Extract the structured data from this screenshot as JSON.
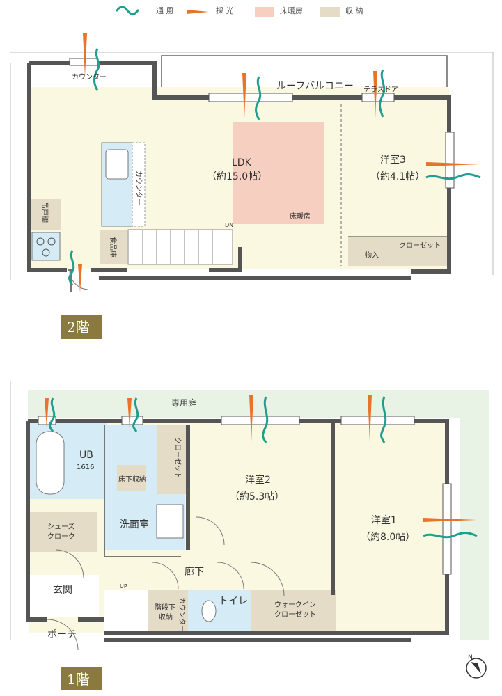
{
  "legend": [
    {
      "key": "ventilation",
      "label": "通 風",
      "color": "#1f9e8e"
    },
    {
      "key": "daylight",
      "label": "採 光",
      "color": "#e8742a"
    },
    {
      "key": "floor_heating",
      "label": "床暖房",
      "color": "#f6cfc0"
    },
    {
      "key": "storage",
      "label": "収 納",
      "color": "#e4dcc7"
    }
  ],
  "colors": {
    "floor": "#fbf8e2",
    "wet": "#d5ecf6",
    "storage": "#e4dcc7",
    "heating": "#f6cfc0",
    "garden": "#e8f2e5",
    "wall": "#555555",
    "tag": "#8a7a3f",
    "vent": "#1f9e8e",
    "light": "#e8742a"
  },
  "floor2": {
    "tag": "2階",
    "rooms": {
      "counter_top": "カウンター",
      "roof_balcony": "ルーフバルコニー",
      "terrace_door": "テラスドア",
      "ldk_name": "LDK",
      "ldk_size": "（約15.0帖）",
      "counter_side": "カウンター",
      "floor_heating": "床暖房",
      "room3_name": "洋室3",
      "room3_size": "（約4.1帖）",
      "storage": "物入",
      "closet": "クローゼット",
      "hanging_shelf": "吊戸棚",
      "pantry": "食品庫",
      "dn": "DN"
    }
  },
  "floor1": {
    "tag": "1階",
    "rooms": {
      "private_garden": "専用庭",
      "ub_name": "UB",
      "ub_size": "1616",
      "underfloor": "床下収納",
      "closet_a": "クローゼット",
      "room2_name": "洋室2",
      "room2_size": "（約5.3帖）",
      "shoe_cloak_1": "シューズ",
      "shoe_cloak_2": "クローク",
      "washroom": "洗面室",
      "room1_name": "洋室1",
      "room1_size": "（約8.0帖）",
      "corridor": "廊下",
      "entrance": "玄関",
      "up": "UP",
      "under_stair_1": "階段下",
      "under_stair_2": "収納",
      "counter_vert": "カウンター",
      "toilet": "トイレ",
      "walkin_1": "ウォークイン",
      "walkin_2": "クローゼット",
      "porch": "ポーチ"
    },
    "compass": "N"
  }
}
